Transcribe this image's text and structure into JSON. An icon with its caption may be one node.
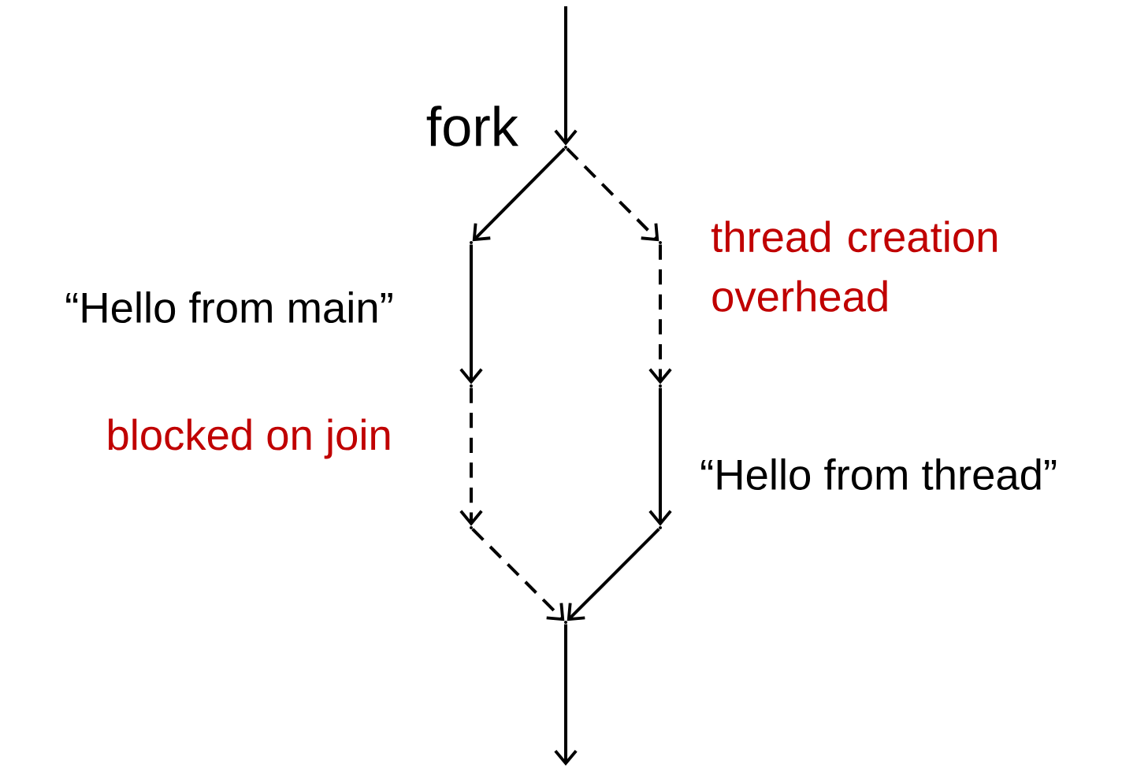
{
  "diagram": {
    "nodes": [
      {
        "text": [],
        "shape": "point",
        "beside": [
          "fork"
        ]
      },
      {
        "text": [],
        "shape": "point"
      },
      {
        "text": [],
        "shape": "point"
      },
      {
        "text": [],
        "shape": "point"
      },
      {
        "text": [],
        "shape": "point"
      },
      {
        "text": [],
        "shape": "point"
      },
      {
        "text": [],
        "shape": "point"
      },
      {
        "text": [],
        "shape": "point"
      }
    ],
    "edges": [
      {
        "from": null,
        "to": 0,
        "arrow": "to"
      },
      {
        "from": 0,
        "to": 1,
        "arrow": "to"
      },
      {
        "from": 0,
        "to": 2,
        "arrow": "to",
        "style": "dashed"
      },
      {
        "from": 1,
        "to": 3,
        "arrow": "to",
        "label": "“Hello from main”"
      },
      {
        "from": 2,
        "to": 4,
        "arrow": "to",
        "style": "dashed",
        "label": "thread creation overhead"
      },
      {
        "from": 3,
        "to": 5,
        "arrow": "to",
        "style": "dashed",
        "label": "blocked on join"
      },
      {
        "from": 4,
        "to": 6,
        "arrow": "to",
        "label": "“Hello from thread”"
      },
      {
        "from": 5,
        "to": 7,
        "arrow": "to",
        "style": "dashed"
      },
      {
        "from": 6,
        "to": 7,
        "arrow": "to"
      },
      {
        "from": 7,
        "to": null,
        "arrow": "to"
      }
    ]
  }
}
